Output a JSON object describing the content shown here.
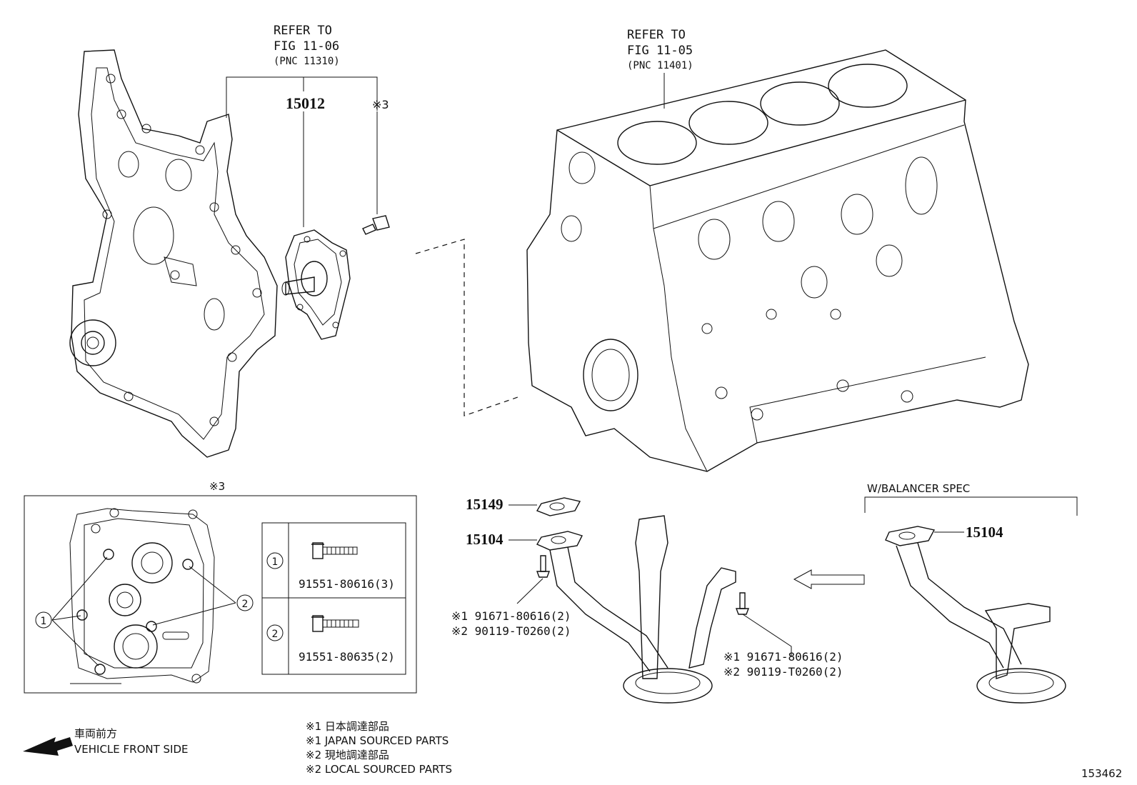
{
  "refs": {
    "left": {
      "line1": "REFER TO",
      "line2": "FIG 11-06",
      "line3": "(PNC 11310)"
    },
    "right": {
      "line1": "REFER TO",
      "line2": "FIG 11-05",
      "line3": "(PNC 11401)"
    }
  },
  "parts": {
    "p15012": "15012",
    "p15149": "15149",
    "p15104_left": "15104",
    "p15104_right": "15104"
  },
  "marks": {
    "mark3_top": "※3",
    "mark3_box": "※3",
    "circle1": "1",
    "circle2": "2"
  },
  "bolt_table": {
    "rows": [
      {
        "index": "1",
        "part": "91551-80616(3)"
      },
      {
        "index": "2",
        "part": "91551-80635(2)"
      }
    ]
  },
  "callouts": {
    "left_bolt": {
      "l1": "※1 91671-80616(2)",
      "l2": "※2 90119-T0260(2)"
    },
    "right_bolt": {
      "l1": "※1 91671-80616(2)",
      "l2": "※2 90119-T0260(2)"
    }
  },
  "balancer_spec": "W/BALANCER SPEC",
  "legend": {
    "front_jp": "車両前方",
    "front_en": "VEHICLE FRONT SIDE",
    "note1_jp": "※1  日本調達部品",
    "note1_en": "※1  JAPAN SOURCED PARTS",
    "note2_jp": "※2  現地調達部品",
    "note2_en": "※2  LOCAL SOURCED PARTS"
  },
  "figure_id": "153462"
}
